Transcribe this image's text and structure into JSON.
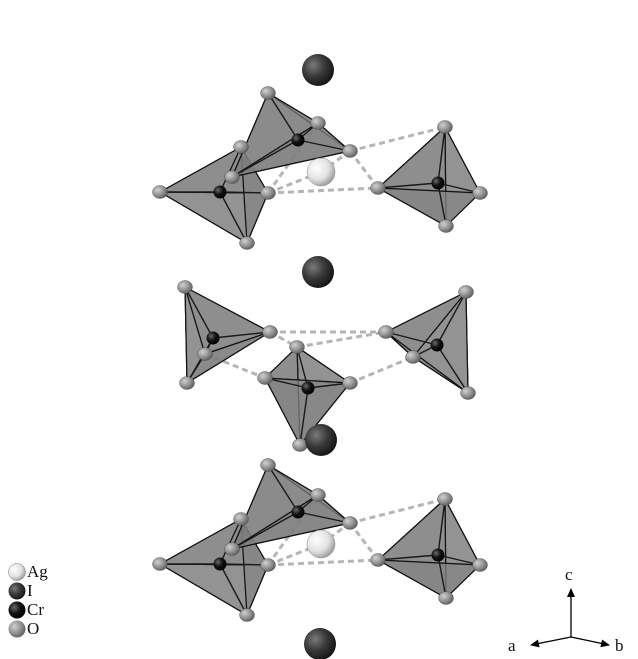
{
  "legend": {
    "items": [
      {
        "label": "Ag",
        "color": "#e0e0e0",
        "icon": "silver-atom-icon"
      },
      {
        "label": "I",
        "color": "#3a3a3a",
        "icon": "iodine-atom-icon"
      },
      {
        "label": "Cr",
        "color": "#0c0c0c",
        "icon": "chromium-atom-icon"
      },
      {
        "label": "O",
        "color": "#8f8f8f",
        "icon": "oxygen-atom-icon"
      }
    ]
  },
  "axes": {
    "a": "a",
    "b": "b",
    "c": "c"
  },
  "colors": {
    "tetrahedron_fill": "#7d7d7d",
    "bond_dash": "#b5b5b5",
    "edge": "#111111"
  }
}
